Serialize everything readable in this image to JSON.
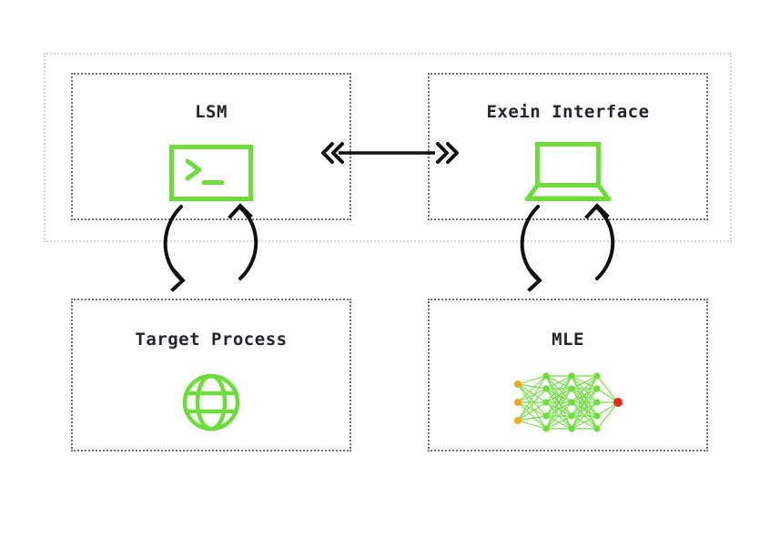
{
  "diagram": {
    "title": "Exein LSM / MLE architecture",
    "background": "#ffffff",
    "accent_green": "#6ddc3c",
    "node_orange": "#f5a623",
    "node_red": "#e8261c",
    "line_black": "#111111",
    "dotted_dark": "#6e6e6e",
    "dotted_light": "#d2d2d2",
    "nodes": [
      {
        "id": "lsm",
        "label": "LSM",
        "icon": "terminal-icon",
        "icon_glyph": ">_"
      },
      {
        "id": "exein",
        "label": "Exein Interface",
        "icon": "laptop-icon",
        "icon_glyph": ""
      },
      {
        "id": "target",
        "label": "Target Process",
        "icon": "globe-icon",
        "icon_glyph": ""
      },
      {
        "id": "mle",
        "label": "MLE",
        "icon": "neural-network-icon",
        "icon_glyph": ""
      }
    ],
    "connectors": [
      {
        "id": "lsm-exein",
        "from": "lsm",
        "to": "exein",
        "style": "double-chevron-arrow",
        "direction": "bidirectional"
      },
      {
        "id": "lsm-target",
        "from": "lsm",
        "to": "target",
        "style": "curved-cycle-arrows",
        "direction": "bidirectional"
      },
      {
        "id": "exein-mle",
        "from": "exein",
        "to": "mle",
        "style": "curved-cycle-arrows",
        "direction": "bidirectional"
      }
    ],
    "neural_network": {
      "input_nodes": 3,
      "hidden_layers": [
        5,
        5,
        5
      ],
      "output_nodes": 1,
      "input_color": "#f5a623",
      "hidden_color": "#6ddc3c",
      "output_color": "#e8261c"
    }
  }
}
